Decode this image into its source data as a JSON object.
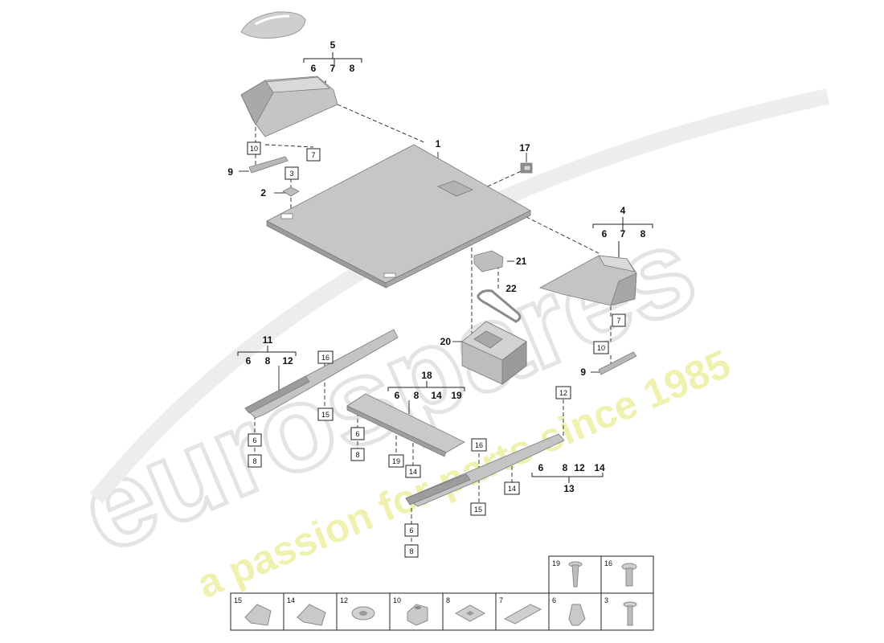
{
  "watermark": {
    "brand": "eurospares",
    "tagline": "a passion for parts since 1985"
  },
  "callouts": {
    "c1": "1",
    "c2": "2",
    "c9a": "9",
    "c9b": "9",
    "c17": "17",
    "c20": "20",
    "c21": "21",
    "c22": "22",
    "g5": {
      "title": "5",
      "items": [
        "6",
        "7",
        "8"
      ]
    },
    "g4": {
      "title": "4",
      "items": [
        "6",
        "7",
        "8"
      ]
    },
    "g11": {
      "title": "11",
      "items": [
        "6",
        "8",
        "12"
      ]
    },
    "g18": {
      "title": "18",
      "items": [
        "6",
        "8",
        "14",
        "19"
      ]
    },
    "g13": {
      "title": "13",
      "items": [
        "6",
        "8",
        "12",
        "14"
      ]
    }
  },
  "boxes": {
    "b10a": "10",
    "b7a": "7",
    "b3": "3",
    "b7b": "7",
    "b10b": "10",
    "b12": "12",
    "b16a": "16",
    "b15a": "15",
    "b6a": "6",
    "b8a": "8",
    "b6b": "6",
    "b8b": "8",
    "b19": "19",
    "b14a": "14",
    "b16b": "16",
    "b14b": "14",
    "b15b": "15",
    "b6c": "6",
    "b8c": "8"
  },
  "legend": {
    "top_row": [
      "19",
      "16"
    ],
    "bottom_row": [
      "15",
      "14",
      "12",
      "10",
      "8",
      "7",
      "6",
      "3"
    ]
  },
  "colors": {
    "part_fill": "#c8c8c8",
    "part_shadow": "#9a9a9a",
    "watermark": "#dcdcdc",
    "tagline": "#eef0a6"
  }
}
